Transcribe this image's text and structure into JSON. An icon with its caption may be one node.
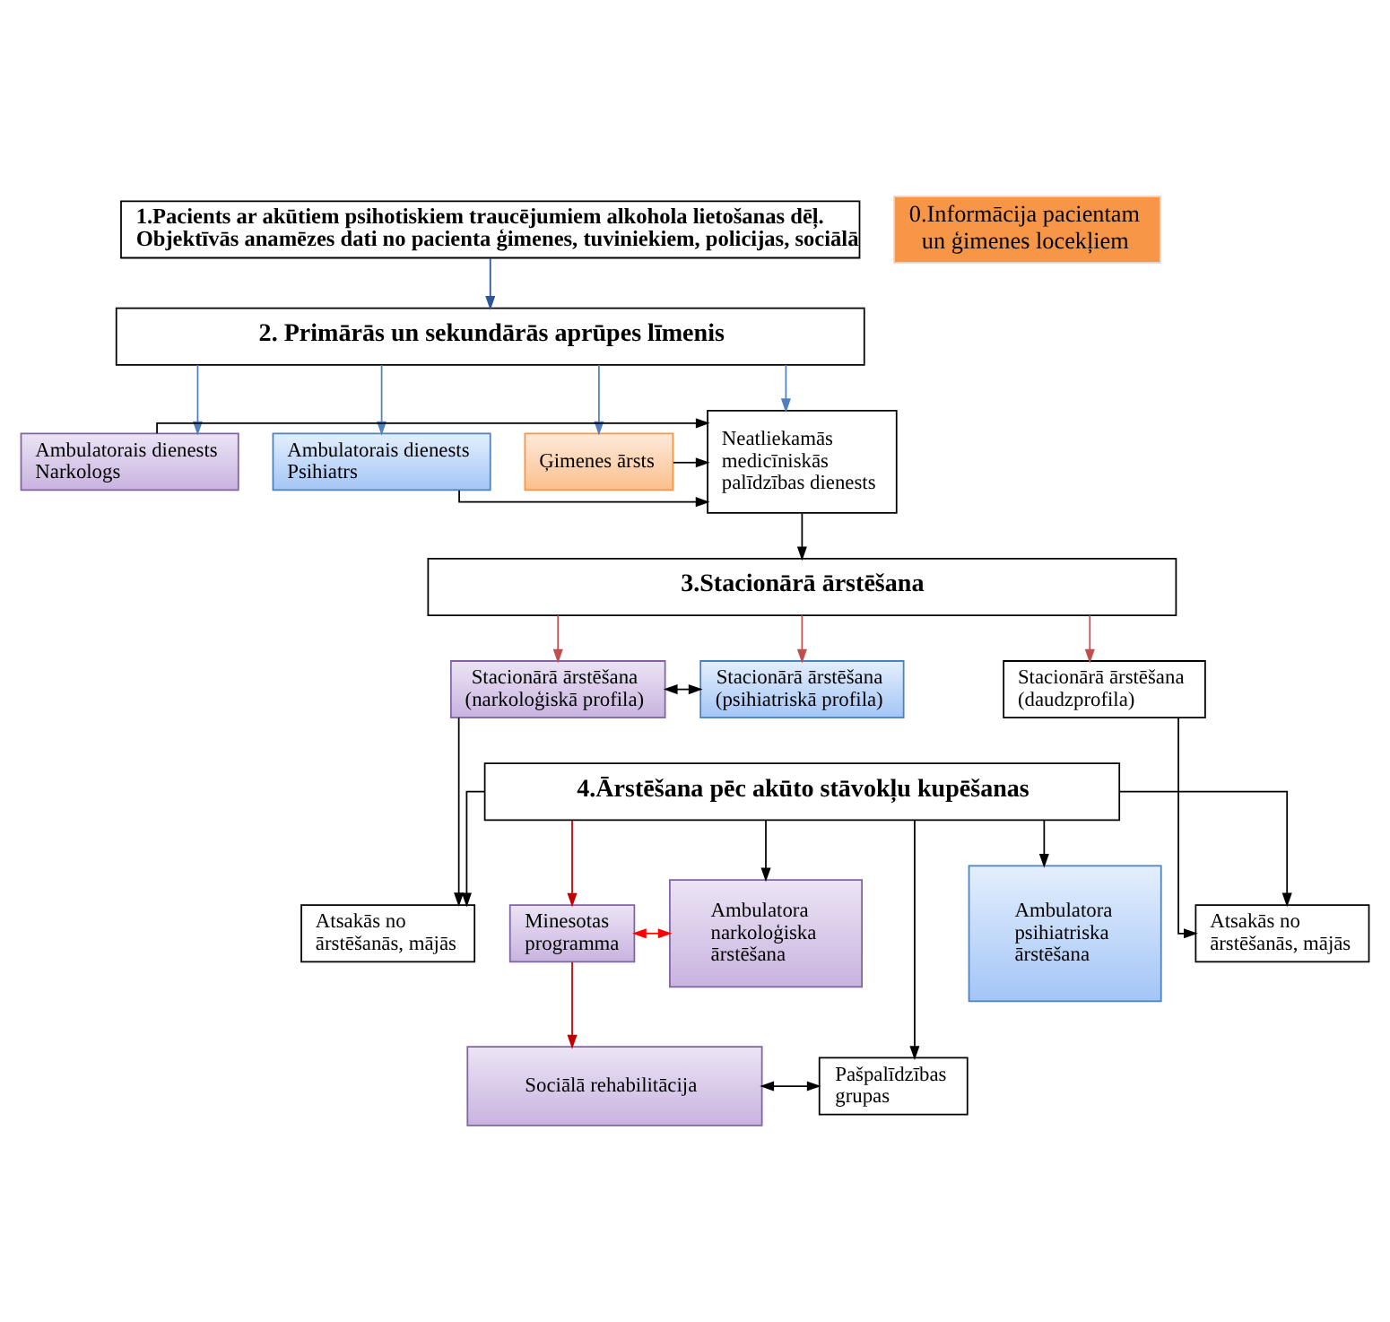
{
  "diagram": {
    "nodes": [
      {
        "text": [
          "0.Informācija pacientam un ģimenes locekļiem"
        ]
      },
      {
        "text": [
          "1.Pacients ar akūtiem psihotiskiem traucējumiem alkohola lietošanas dēļ. Objektīvās anamēzes dati no pacienta ģimenes, tuviniekiem, policijas, sociālā"
        ]
      },
      {
        "text": [
          "2. Primārās un sekundārās aprūpes līmenis"
        ]
      },
      {
        "text": [
          "Ambulatorais dienests Narkologs"
        ]
      },
      {
        "text": [
          "Ambulatorais dienests Psihiatrs"
        ]
      },
      {
        "text": [
          "Ģimenes ārsts"
        ]
      },
      {
        "text": [
          "Neatliekamās medicīniskās palīdzības dienests"
        ]
      },
      {
        "text": [
          "3.Stacionārā ārstēšana"
        ]
      },
      {
        "text": [
          "Stacionārā ārstēšana (narkoloģiskā profila)"
        ]
      },
      {
        "text": [
          "Stacionārā ārstēšana (psihiatriskā profila)"
        ]
      },
      {
        "text": [
          "Stacionārā ārstēšana (daudzprofila)"
        ]
      },
      {
        "text": [
          "4.Ārstēšana pēc akūto stāvokļu kupēšanas"
        ]
      },
      {
        "text": [
          "Atsakās no ārstēšanās, mājās"
        ]
      },
      {
        "text": [
          "Atsakās no ārstēšanās, mājās"
        ]
      },
      {
        "text": [
          "Ambulatora narkoloģiska ārstēšana"
        ]
      },
      {
        "text": [
          "Minesotas programma"
        ]
      },
      {
        "text": [
          "Ambulatora psihiatriska ārstēšana"
        ]
      },
      {
        "text": [
          "Sociālā rehabilitācija"
        ]
      },
      {
        "text": [
          "Pašpalīdzības grupas"
        ]
      }
    ],
    "edges": [
      {
        "from": 1,
        "to": 2,
        "arrow": "to",
        "color": "#2f5597"
      },
      {
        "from": 2,
        "to": 3,
        "arrow": "to",
        "color": "#4f81bd"
      },
      {
        "from": 2,
        "to": 4,
        "arrow": "to",
        "color": "#4f81bd"
      },
      {
        "from": 2,
        "to": 5,
        "arrow": "to",
        "color": "#4f81bd"
      },
      {
        "from": 2,
        "to": 6,
        "arrow": "to",
        "color": "#4f81bd"
      },
      {
        "from": 3,
        "to": 6,
        "arrow": "to"
      },
      {
        "from": 4,
        "to": 6,
        "arrow": "to"
      },
      {
        "from": 5,
        "to": 6,
        "arrow": "to"
      },
      {
        "from": 6,
        "to": 7,
        "arrow": "to"
      },
      {
        "from": 7,
        "to": 8,
        "arrow": "to",
        "color": "#c0504d"
      },
      {
        "from": 7,
        "to": 9,
        "arrow": "to",
        "color": "#c0504d"
      },
      {
        "from": 7,
        "to": 10,
        "arrow": "to",
        "color": "#c0504d"
      },
      {
        "from": 8,
        "to": 9,
        "arrow": "both"
      },
      {
        "from": 8,
        "to": 12,
        "arrow": "to"
      },
      {
        "from": 11,
        "to": 12,
        "arrow": "to"
      },
      {
        "from": 10,
        "to": 13,
        "arrow": "to"
      },
      {
        "from": 11,
        "to": 13,
        "arrow": "to"
      },
      {
        "from": 11,
        "to": 15,
        "arrow": "to",
        "color": "#c00000"
      },
      {
        "from": 11,
        "to": 14,
        "arrow": "to"
      },
      {
        "from": 11,
        "to": 18,
        "arrow": "to"
      },
      {
        "from": 11,
        "to": 16,
        "arrow": "to"
      },
      {
        "from": 15,
        "to": 14,
        "arrow": "both",
        "color": "#ff0000"
      },
      {
        "from": 15,
        "to": 17,
        "arrow": "to",
        "color": "#c00000"
      },
      {
        "from": 17,
        "to": 18,
        "arrow": "both"
      }
    ]
  }
}
